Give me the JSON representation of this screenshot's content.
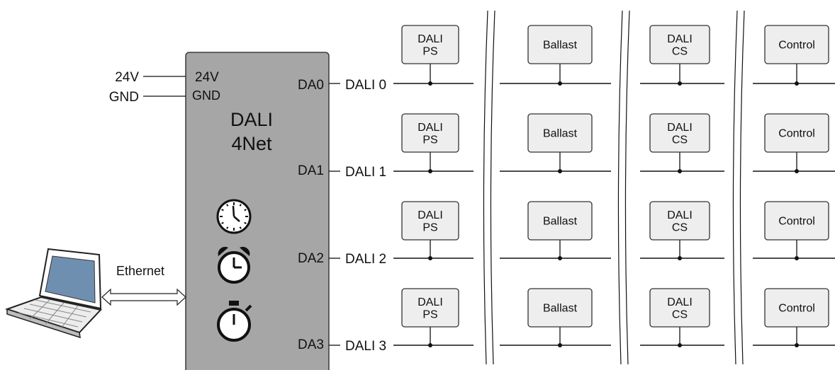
{
  "power": {
    "v24_label": "24V",
    "gnd_label": "GND"
  },
  "controller": {
    "name_line1": "DALI",
    "name_line2": "4Net",
    "pin_24v": "24V",
    "pin_gnd": "GND",
    "outputs": [
      "DA0",
      "DA1",
      "DA2",
      "DA3"
    ],
    "icons": [
      "clock-icon",
      "alarm-clock-icon",
      "stopwatch-icon"
    ]
  },
  "network": {
    "link_label": "Ethernet",
    "pc_icon": "laptop-icon"
  },
  "buses": [
    {
      "label": "DALI 0",
      "devices": [
        "DALI\nPS",
        "Ballast",
        "DALI\nCS",
        "Control"
      ]
    },
    {
      "label": "DALI 1",
      "devices": [
        "DALI\nPS",
        "Ballast",
        "DALI\nCS",
        "Control"
      ]
    },
    {
      "label": "DALI 2",
      "devices": [
        "DALI\nPS",
        "Ballast",
        "DALI\nCS",
        "Control"
      ]
    },
    {
      "label": "DALI 3",
      "devices": [
        "DALI\nPS",
        "Ballast",
        "DALI\nCS",
        "Control"
      ]
    }
  ],
  "colors": {
    "controller_fill": "#a6a6a6",
    "device_fill": "#eeeeee",
    "line": "#111111"
  }
}
